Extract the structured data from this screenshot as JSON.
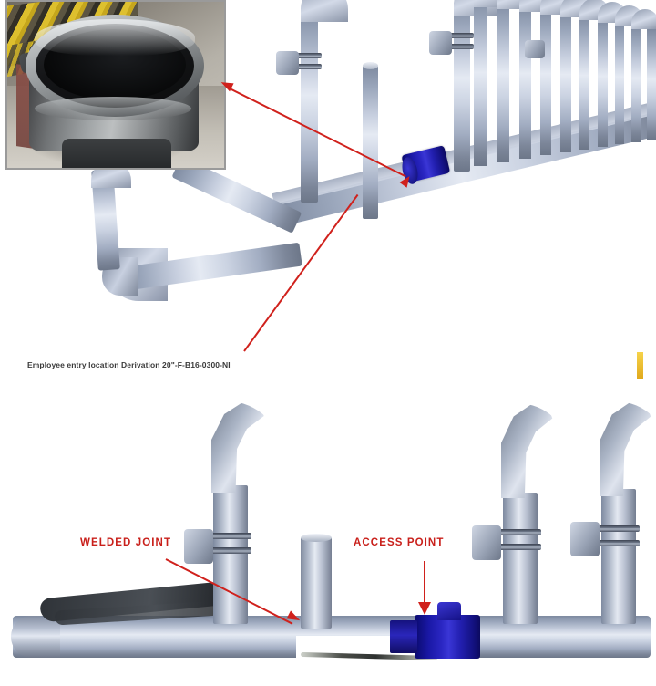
{
  "document": {
    "title": "Piping header access point diagram",
    "background_color": "#ffffff"
  },
  "colors": {
    "pipe_steel": "#b9c2d2",
    "pipe_highlight": "#e5eaf3",
    "pipe_shadow": "#6d7789",
    "highlight_spool_blue": "#1a18a6",
    "leader_red": "#d0211c",
    "label_red": "#c9201b",
    "caption_gray": "#3a3a3a",
    "photo_border": "#9a9a9a",
    "yellow_mark": "#e8bb2a"
  },
  "top_view": {
    "name": "3D isometric piping model",
    "photo_inset": {
      "name": "photograph of cut pipe opening",
      "description": "Close-up photo of a cut open pipe stub with dark bore, metal rim and yellow cables in background"
    },
    "highlight_spool": {
      "label": "access spool",
      "color": "#1a18a6"
    },
    "leaders": [
      {
        "name": "leader-photo",
        "from": "highlight-spool",
        "to": "photo-inset"
      },
      {
        "name": "leader-caption",
        "from": "highlight-spool",
        "to": "caption"
      }
    ],
    "caption": "Employee entry location Derivation 20\"-F-B16-0300-NI"
  },
  "bottom_view": {
    "name": "elevation view of piping header",
    "labels": [
      {
        "id": "welded-joint",
        "text": "WELDED JOINT",
        "color": "#c9201b"
      },
      {
        "id": "access-point",
        "text": "ACCESS POINT",
        "color": "#c9201b"
      }
    ],
    "highlight_spool": {
      "label": "access spool",
      "color": "#1a18a6"
    }
  }
}
